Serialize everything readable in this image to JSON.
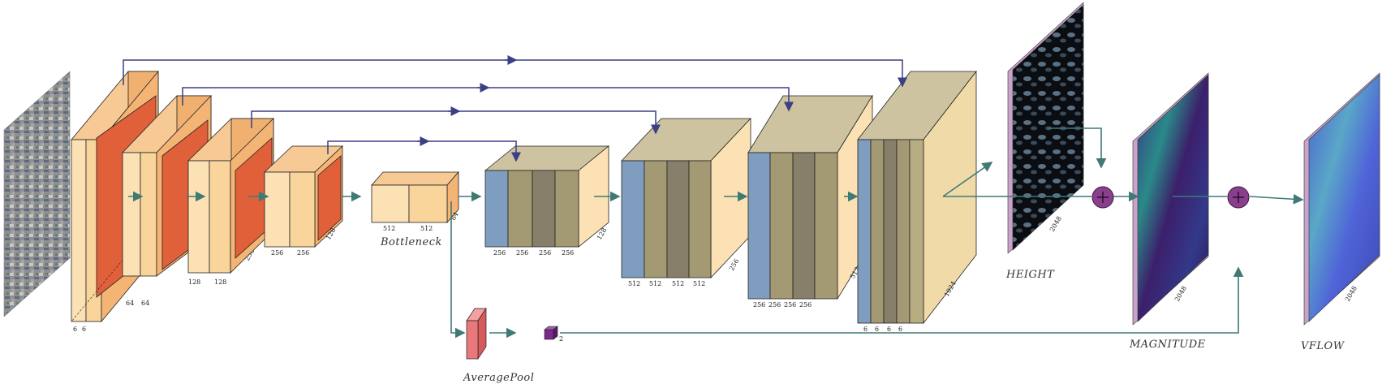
{
  "labels": {
    "bottleneck": "Bottleneck",
    "average_pool": "AveragePool",
    "height": "HEIGHT",
    "magnitude": "MAGNITUDE",
    "vflow": "VFLOW"
  },
  "encoder": {
    "block1": [
      "6",
      "6",
      "64",
      "64"
    ],
    "block2": [
      "128",
      "128",
      "256"
    ],
    "block3": [
      "256",
      "256",
      "128"
    ]
  },
  "bottleneck_dims": [
    "512",
    "512",
    "64"
  ],
  "decoder": {
    "block1": [
      "256",
      "256",
      "256",
      "256",
      "128"
    ],
    "block2": [
      "512",
      "512",
      "512",
      "512",
      "256"
    ],
    "block3": [
      "256",
      "256",
      "256",
      "256",
      "512"
    ],
    "block4": [
      "6",
      "6",
      "6",
      "6",
      "1024"
    ]
  },
  "pool_output_dim": "2",
  "output_dims": {
    "height": "2048",
    "magnitude": "2048",
    "vflow": "2048"
  },
  "colors": {
    "encoder_face": "#fbe1b4",
    "encoder_conv": "#e0603a",
    "decoder_blue": "#7f9dbf",
    "decoder_olive": "#a39a74",
    "skip_arrow": "#3b3f86",
    "flow_arrow": "#3f7a75",
    "sum_node": "#8a3f8c",
    "pool_box": "#e8787a",
    "output_frame": "#c9a3c9"
  }
}
